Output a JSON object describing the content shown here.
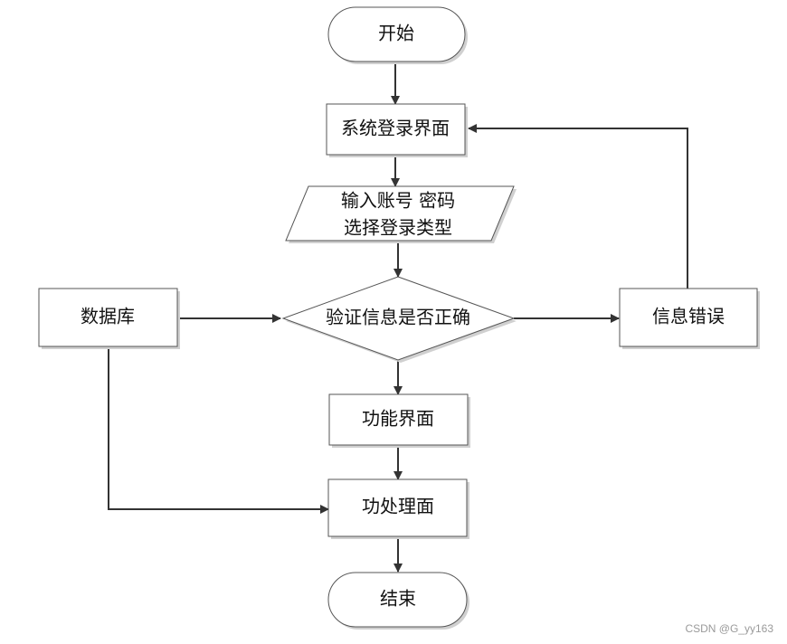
{
  "nodes": {
    "start": {
      "label": "开始"
    },
    "login_screen": {
      "label": "系统登录界面"
    },
    "input": {
      "line1": "输入账号 密码",
      "line2": "选择登录类型"
    },
    "verify": {
      "label": "验证信息是否正确"
    },
    "database": {
      "label": "数据库"
    },
    "error": {
      "label": "信息错误"
    },
    "function_screen": {
      "label": "功能界面"
    },
    "process": {
      "label": "功处理面"
    },
    "end": {
      "label": "结束"
    }
  },
  "watermark": "CSDN @G_yy163",
  "colors": {
    "stroke": "#555555",
    "arrow": "#333333",
    "shadow": "#d0d0d0",
    "text": "#111111"
  }
}
